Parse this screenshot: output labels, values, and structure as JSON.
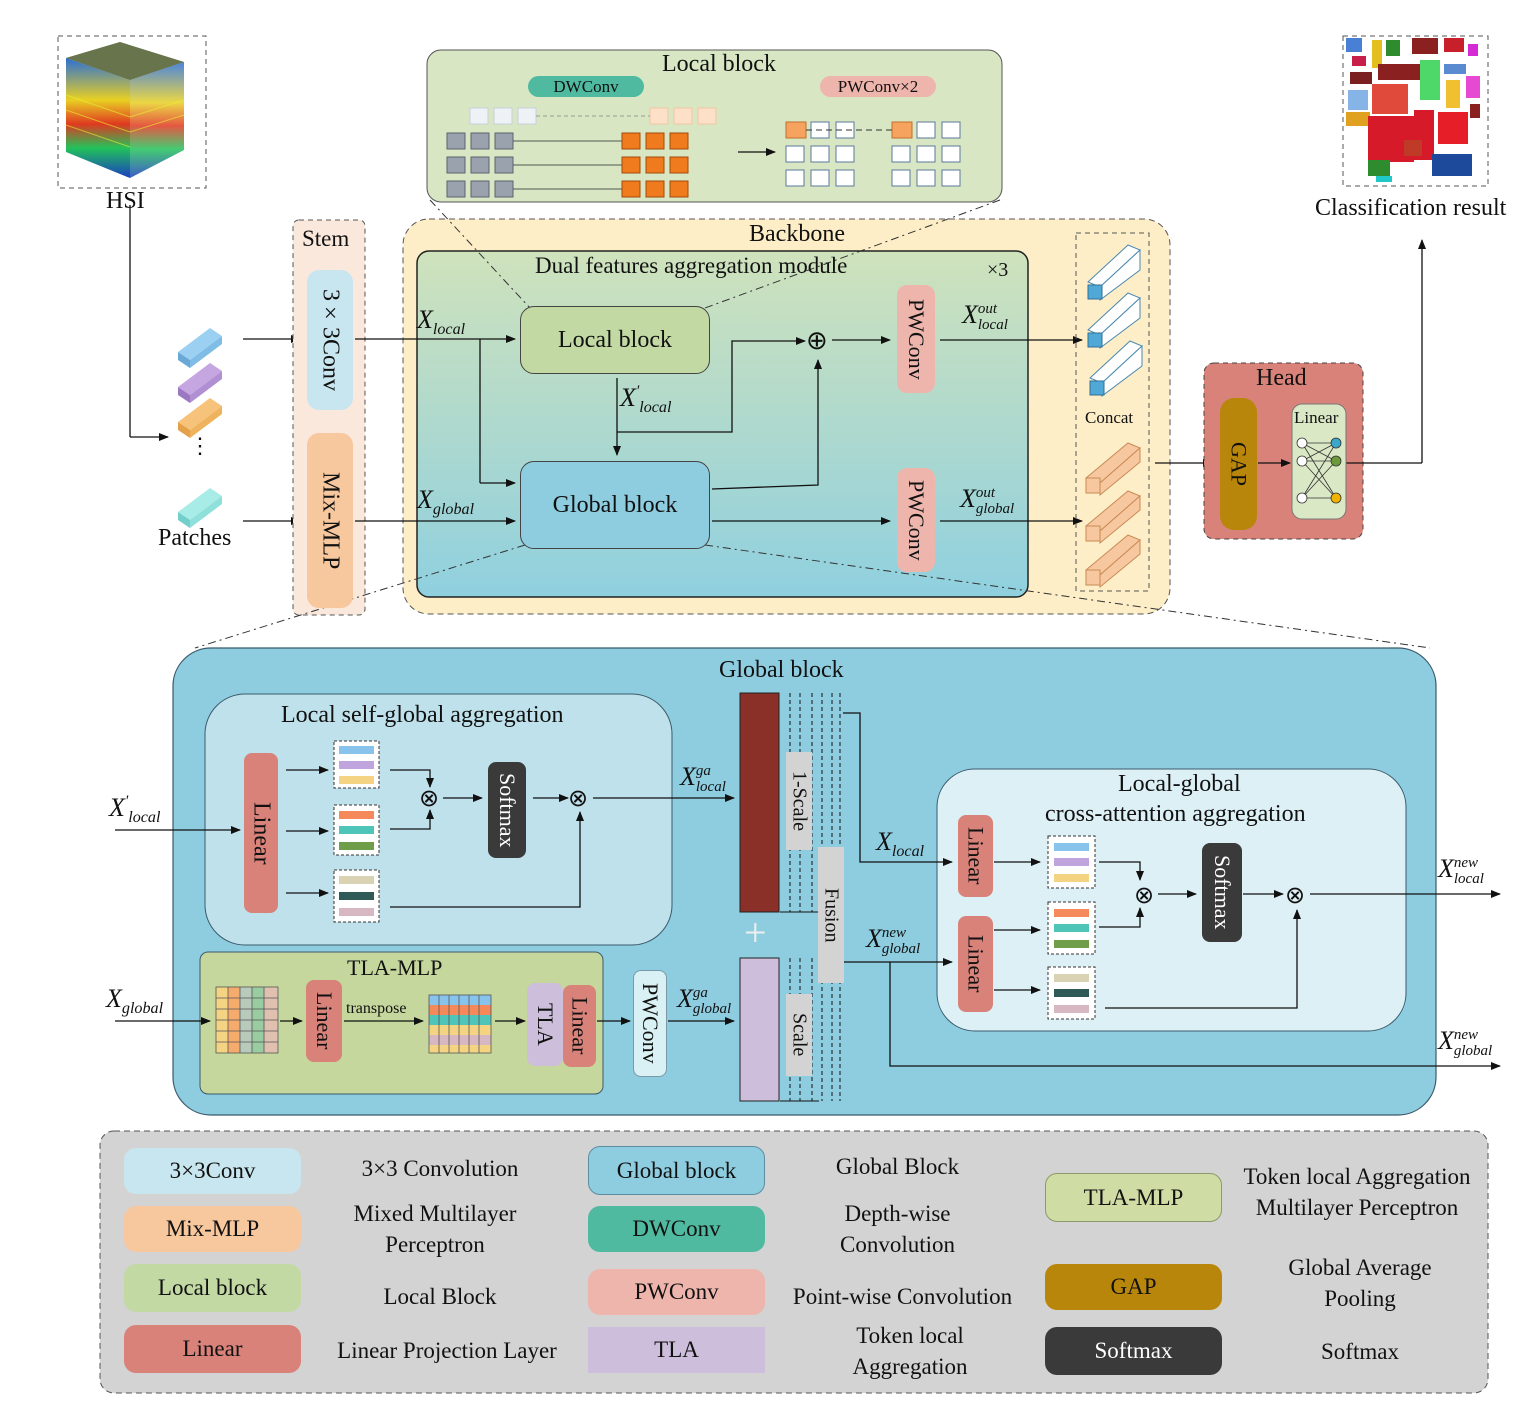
{
  "input": {
    "hsi_label": "HSI",
    "patches_label": "Patches",
    "dots": "⋮"
  },
  "stem": {
    "title": "Stem",
    "conv_label": "3×3Conv",
    "mixmlp_label": "Mix-MLP"
  },
  "local_block_detail": {
    "title": "Local block",
    "dwconv_label": "DWConv",
    "pwconv_label": "PWConv×2"
  },
  "backbone": {
    "title": "Backbone",
    "module_title": "Dual features aggregation module",
    "repeat": "×3",
    "local_block_label": "Local block",
    "global_block_label": "Global block",
    "pwconv_label": "PWConv",
    "concat_label": "Concat",
    "oplus": "⊕"
  },
  "head": {
    "title": "Head",
    "gap_label": "GAP",
    "linear_label": "Linear"
  },
  "output": {
    "label": "Classification result"
  },
  "math": {
    "x": "X",
    "local": "local",
    "global": "global",
    "out": "out",
    "prime": "'",
    "ga": "ga",
    "new": "new"
  },
  "global_block": {
    "title": "Global block",
    "lsga_title": "Local self-global aggregation",
    "linear_label": "Linear",
    "softmax_label": "Softmax",
    "otimes": "⊗",
    "tla_mlp_title": "TLA-MLP",
    "transpose_label": "transpose",
    "tla_label": "TLA",
    "pwconv_label": "PWConv",
    "scale_1_label": "1-Scale",
    "scale_label": "Scale",
    "fusion_label": "Fusion",
    "plus": "+",
    "lgca_title_1": "Local-global",
    "lgca_title_2": "cross-attention aggregation"
  },
  "legend": [
    {
      "swatch": "3×3Conv",
      "desc": "3×3 Convolution",
      "color": "#c8e6ef"
    },
    {
      "swatch": "Mix-MLP",
      "desc": "Mixed Multilayer Perceptron",
      "color": "#f7c79e"
    },
    {
      "swatch": "Local block",
      "desc": "Local Block",
      "color": "#c3d9a4"
    },
    {
      "swatch": "Linear",
      "desc": "Linear Projection Layer",
      "color": "#d9827a"
    },
    {
      "swatch": "Global block",
      "desc": "Global Block",
      "color": "#8ecde0"
    },
    {
      "swatch": "DWConv",
      "desc": "Depth-wise Convolution",
      "color": "#4fbaa0"
    },
    {
      "swatch": "PWConv",
      "desc": "Point-wise Convolution",
      "color": "#eeb5ad"
    },
    {
      "swatch": "TLA",
      "desc": "Token local Aggregation",
      "color": "#cdbfdb"
    },
    {
      "swatch": "TLA-MLP",
      "desc": "Token local Aggregation Multilayer Perceptron",
      "color": "#cfdca4"
    },
    {
      "swatch": "GAP",
      "desc": "Global Average Pooling",
      "color": "#b8860b"
    },
    {
      "swatch": "Softmax",
      "desc": "Softmax",
      "color": "#3a3a3a"
    }
  ]
}
